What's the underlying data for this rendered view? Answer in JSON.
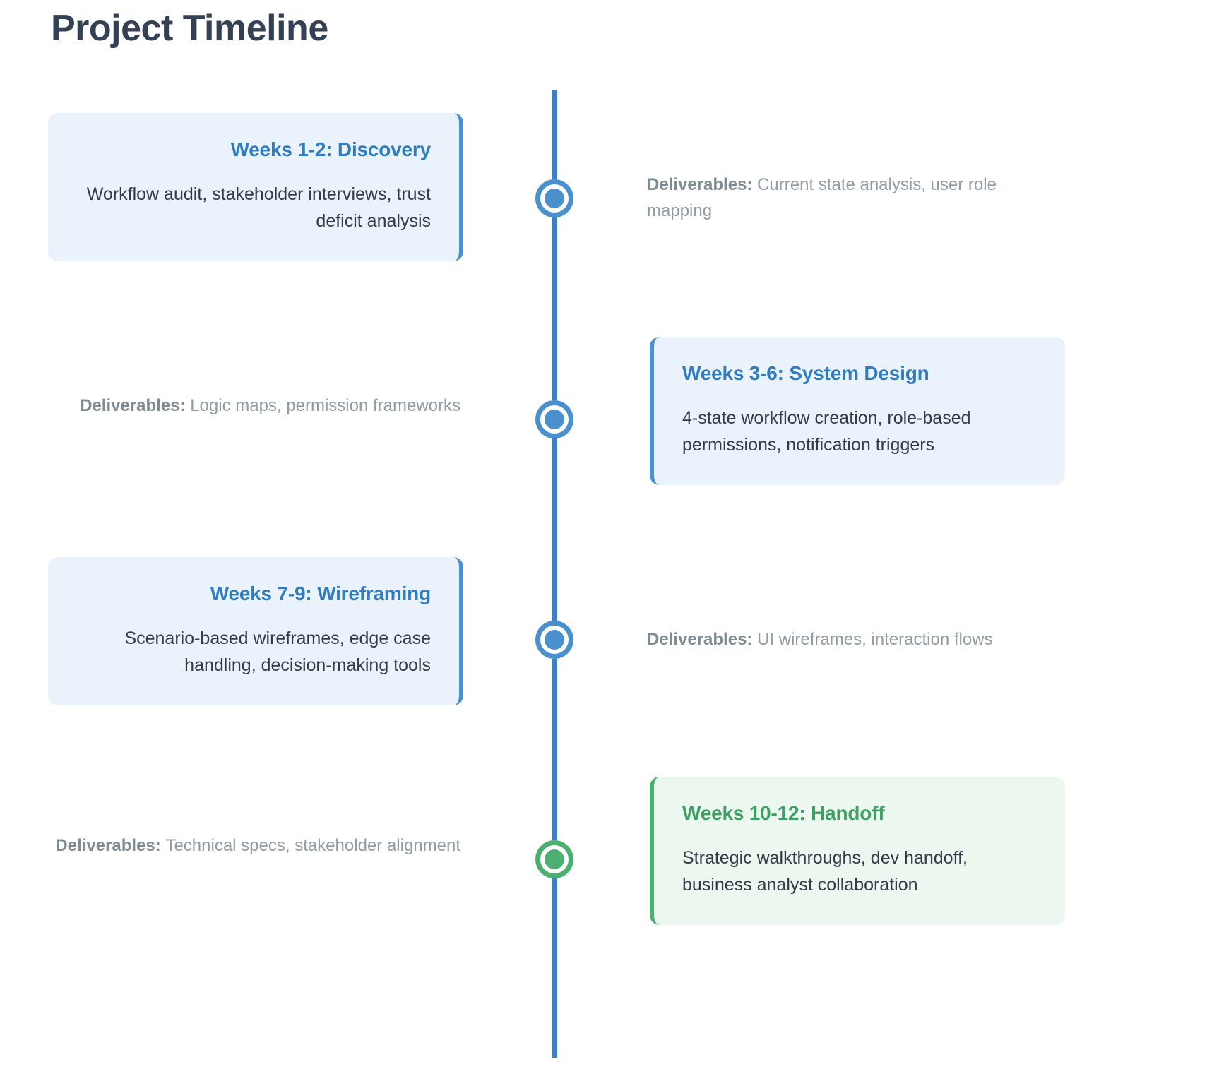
{
  "title": "Project Timeline",
  "colors": {
    "spine": "#3f7fbf",
    "node_blue": "#4a90cf",
    "node_green": "#4caf72",
    "card_blue_bg": "#eaf2fb",
    "card_green_bg": "#ebf7ef",
    "title_blue": "#2f7cc0",
    "title_green": "#3f9e63",
    "heading": "#344054",
    "body": "#323c49",
    "muted": "#909ba4"
  },
  "deliverables_label": "Deliverables:",
  "milestones": [
    {
      "title": "Weeks 1-2: Discovery",
      "description": "Workflow audit, stakeholder interviews, trust deficit analysis",
      "deliverables": "Current state analysis, user role mapping",
      "card_side": "left",
      "accent": "blue"
    },
    {
      "title": "Weeks 3-6: System Design",
      "description": "4-state workflow creation, role-based permissions, notification triggers",
      "deliverables": "Logic maps, permission frameworks",
      "card_side": "right",
      "accent": "blue"
    },
    {
      "title": "Weeks 7-9: Wireframing",
      "description": "Scenario-based wireframes, edge case handling, decision-making tools",
      "deliverables": "UI wireframes, interaction flows",
      "card_side": "left",
      "accent": "blue"
    },
    {
      "title": "Weeks 10-12: Handoff",
      "description": "Strategic walkthroughs, dev handoff, business analyst collaboration",
      "deliverables": "Technical specs, stakeholder alignment",
      "card_side": "right",
      "accent": "green"
    }
  ]
}
